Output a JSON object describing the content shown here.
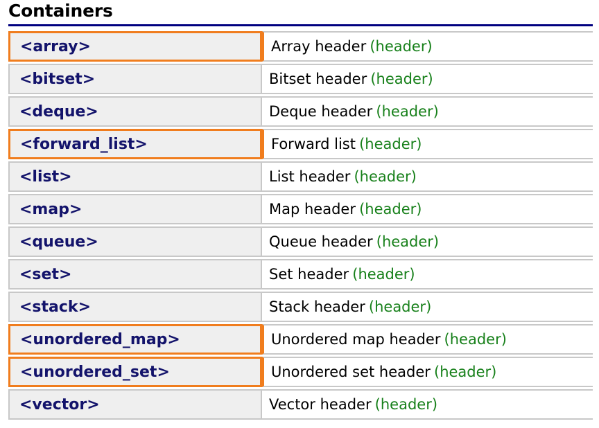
{
  "page": {
    "title": "Containers",
    "accent_rule_color": "#000080",
    "highlight_color": "#f07d1e",
    "tag_color": "#13136b",
    "kind_color": "#17801a",
    "cell_background": "#efefef",
    "cell_border_color": "#c8c8c8"
  },
  "table": {
    "rows": [
      {
        "name": "<array>",
        "description": "Array header",
        "kind": "(header)",
        "highlighted": true
      },
      {
        "name": "<bitset>",
        "description": "Bitset header",
        "kind": "(header)",
        "highlighted": false
      },
      {
        "name": "<deque>",
        "description": "Deque header",
        "kind": "(header)",
        "highlighted": false
      },
      {
        "name": "<forward_list>",
        "description": "Forward list",
        "kind": "(header)",
        "highlighted": true
      },
      {
        "name": "<list>",
        "description": "List header",
        "kind": "(header)",
        "highlighted": false
      },
      {
        "name": "<map>",
        "description": "Map header",
        "kind": "(header)",
        "highlighted": false
      },
      {
        "name": "<queue>",
        "description": "Queue header",
        "kind": "(header)",
        "highlighted": false
      },
      {
        "name": "<set>",
        "description": "Set header",
        "kind": "(header)",
        "highlighted": false
      },
      {
        "name": "<stack>",
        "description": "Stack header",
        "kind": "(header)",
        "highlighted": false
      },
      {
        "name": "<unordered_map>",
        "description": "Unordered map header",
        "kind": "(header)",
        "highlighted": true
      },
      {
        "name": "<unordered_set>",
        "description": "Unordered set header",
        "kind": "(header)",
        "highlighted": true
      },
      {
        "name": "<vector>",
        "description": "Vector header",
        "kind": "(header)",
        "highlighted": false
      }
    ]
  }
}
